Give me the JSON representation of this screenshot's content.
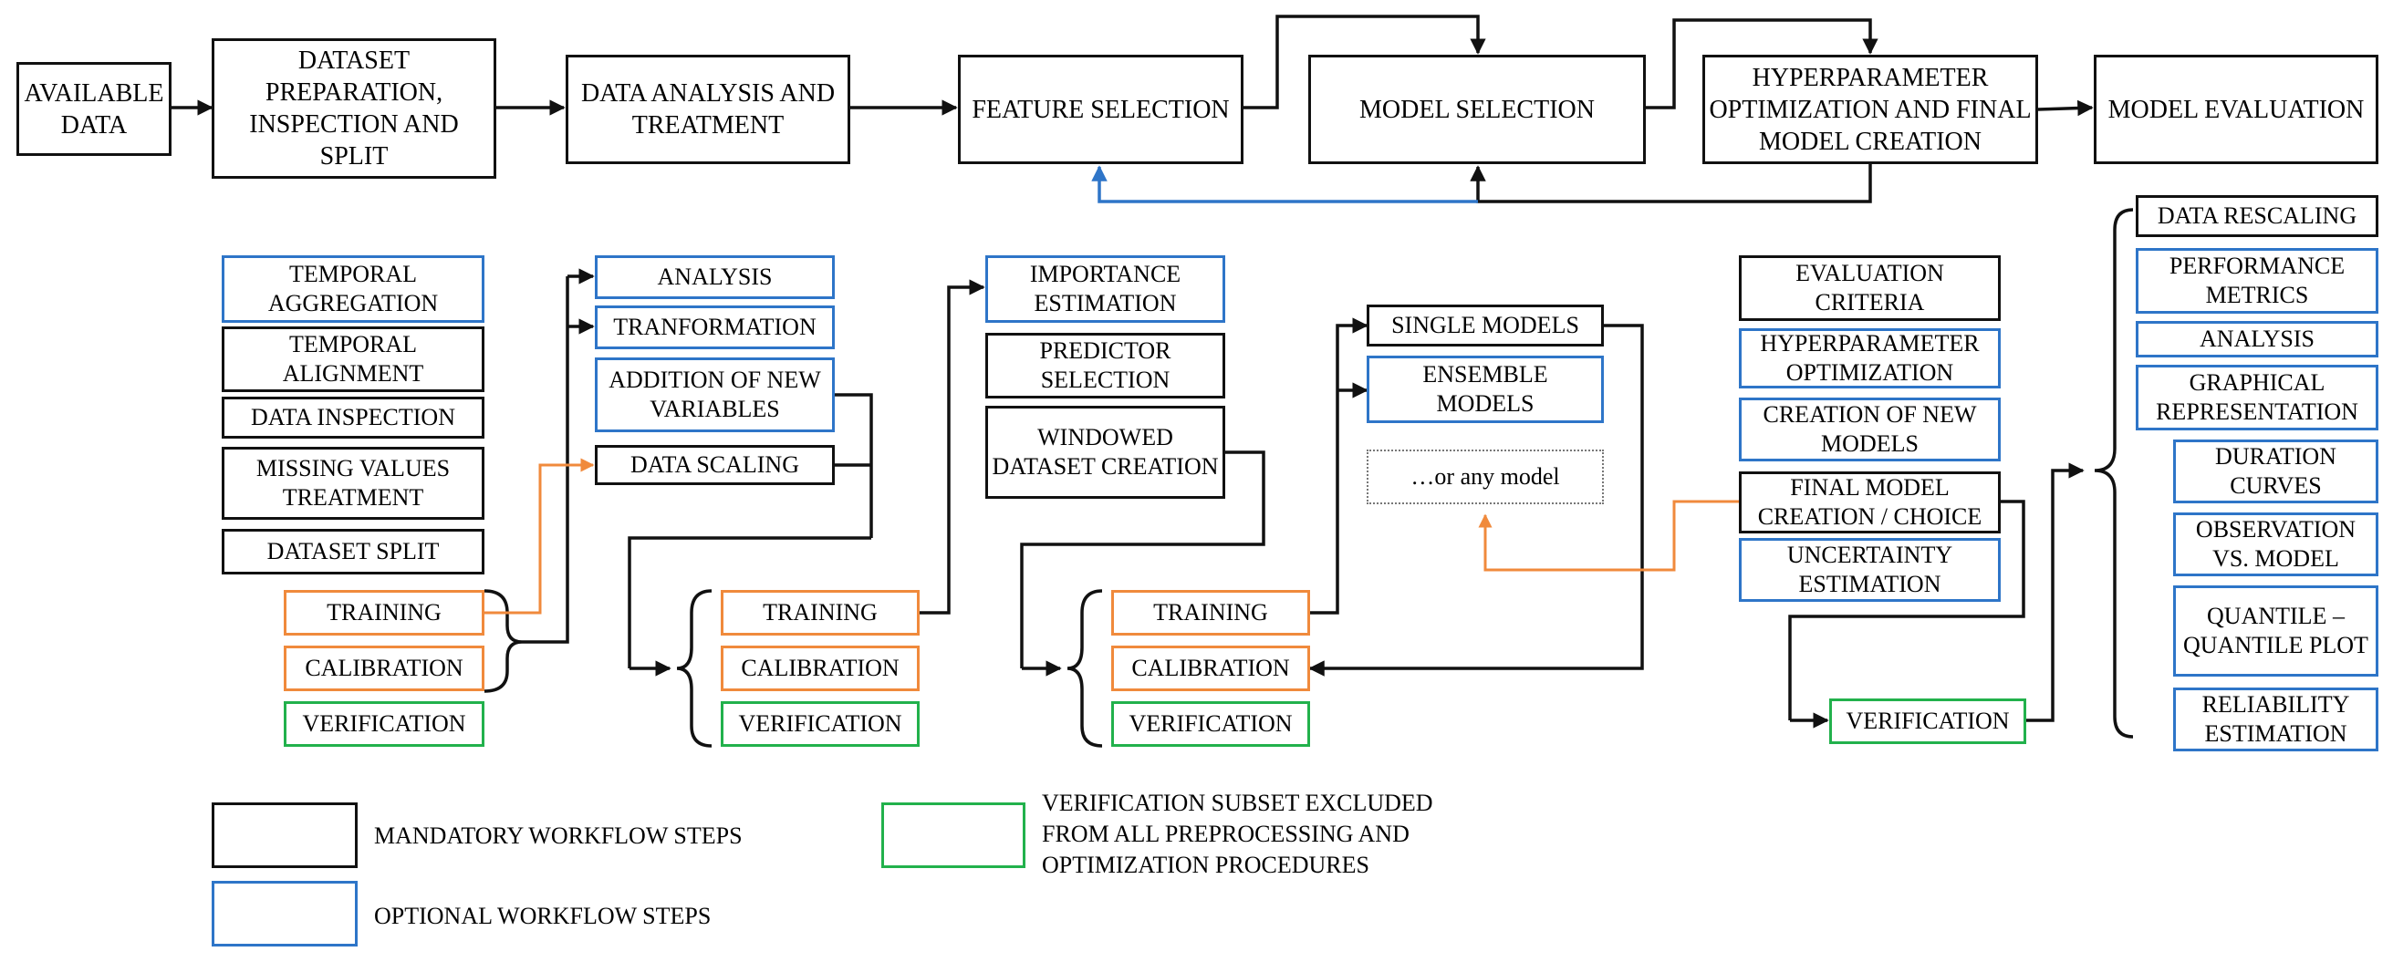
{
  "workflow": {
    "available_data": "AVAILABLE DATA",
    "dataset_preparation": "DATASET PREPARATION, INSPECTION AND SPLIT",
    "data_analysis": "DATA ANALYSIS AND TREATMENT",
    "feature_selection": "FEATURE SELECTION",
    "model_selection": "MODEL SELECTION",
    "hyperparameter_optimization": "HYPERPARAMETER OPTIMIZATION AND FINAL MODEL CREATION",
    "model_evaluation": "MODEL EVALUATION"
  },
  "preparation_steps": {
    "temporal_aggregation": "TEMPORAL AGGREGATION",
    "temporal_alignment": "TEMPORAL ALIGNMENT",
    "data_inspection": "DATA INSPECTION",
    "missing_values": "MISSING VALUES TREATMENT",
    "dataset_split": "DATASET SPLIT"
  },
  "analysis_steps": {
    "analysis": "ANALYSIS",
    "transformation": "TRANFORMATION",
    "new_variables": "ADDITION OF NEW VARIABLES",
    "data_scaling": "DATA SCALING"
  },
  "feature_steps": {
    "importance": "IMPORTANCE ESTIMATION",
    "predictor": "PREDICTOR SELECTION",
    "windowed": "WINDOWED DATASET CREATION"
  },
  "model_steps": {
    "single": "SINGLE MODELS",
    "ensemble": "ENSEMBLE MODELS",
    "any": "…or any model"
  },
  "hyper_steps": {
    "criteria": "EVALUATION CRITERIA",
    "optimization": "HYPERPARAMETER OPTIMIZATION",
    "creation": "CREATION OF NEW MODELS",
    "final": "FINAL MODEL CREATION / CHOICE",
    "uncertainty": "UNCERTAINTY ESTIMATION"
  },
  "evaluation_steps": {
    "rescaling": "DATA RESCALING",
    "performance": "PERFORMANCE METRICS",
    "analysis": "ANALYSIS",
    "graphical": "GRAPHICAL REPRESENTATION",
    "duration": "DURATION CURVES",
    "observation": "OBSERVATION VS. MODEL",
    "quantile": "QUANTILE – QUANTILE PLOT",
    "reliability": "RELIABILITY ESTIMATION"
  },
  "subsets": {
    "training": "TRAINING",
    "calibration": "CALIBRATION",
    "verification": "VERIFICATION"
  },
  "legend": {
    "mandatory": "MANDATORY WORKFLOW STEPS",
    "optional": "OPTIONAL WORKFLOW STEPS",
    "verification": "VERIFICATION SUBSET EXCLUDED FROM ALL PREPROCESSING AND OPTIMIZATION PROCEDURES"
  },
  "colors": {
    "mandatory": "#111111",
    "optional": "#2e75c8",
    "training_calibration": "#f08a3c",
    "verification": "#22b14c"
  }
}
